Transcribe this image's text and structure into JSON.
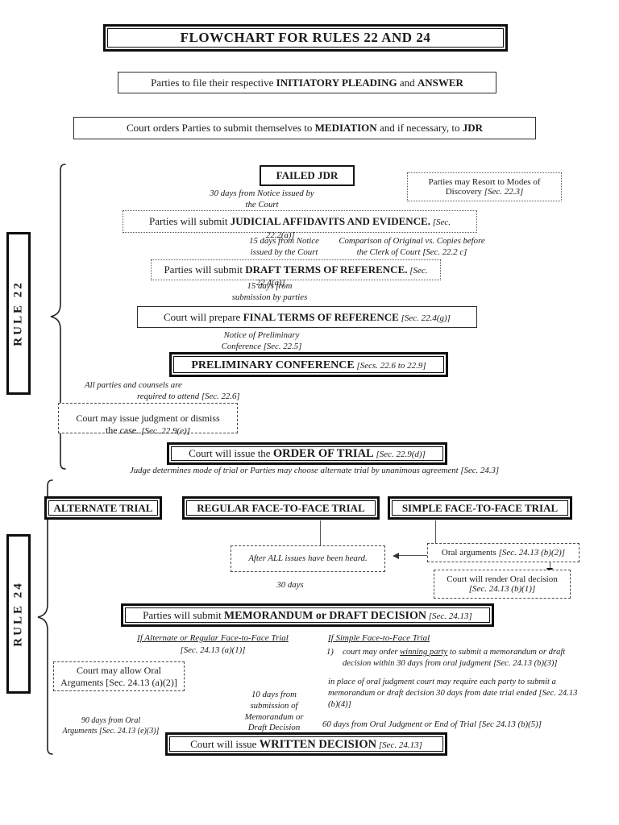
{
  "ink": "#111111",
  "header": {
    "title": "FLOWCHART FOR RULES 22 AND 24",
    "initiatory": {
      "pre": "Parties to file their respective ",
      "bold1": "INITIATORY PLEADING",
      "mid": " and ",
      "bold2": "ANSWER"
    },
    "mediation": {
      "pre": "Court orders Parties to submit themselves to ",
      "bold1": "MEDIATION",
      "mid": " and if necessary, to ",
      "bold2": "JDR"
    }
  },
  "rule22": {
    "label": "RULE 22",
    "failed_jdr": "FAILED JDR",
    "note_30days": "30 days from Notice issued by\nthe Court",
    "discovery": {
      "text": "Parties may Resort to Modes of Discovery ",
      "ref": "[Sec. 22.3]"
    },
    "judicial": {
      "pre": "Parties will submit ",
      "bold": "JUDICIAL AFFIDAVITS AND EVIDENCE.",
      "ref": " [Sec.",
      "ref_wrap": "22.2(a)]"
    },
    "note_15days_notice": "15 days from Notice\nissued by the Court",
    "note_comparison": "Comparison of Original vs. Copies before\nthe Clerk of Court [Sec. 22.2 c]",
    "draft_terms": {
      "pre": "Parties will submit ",
      "bold": "DRAFT TERMS OF REFERENCE.",
      "ref": " [Sec.",
      "ref_wrap": "22.4(a)]"
    },
    "note_15days_submission": "15 days from\nsubmission by parties",
    "final_terms": {
      "pre": "Court will prepare ",
      "bold": "FINAL TERMS OF REFERENCE",
      "ref": " [Sec. 22.4(g)]"
    },
    "note_preliminary": "Notice of Preliminary\nConference [Sec. 22.5]",
    "preliminary_conference": {
      "bold": "PRELIMINARY CONFERENCE",
      "ref": " [Secs. 22.6 to 22.9]"
    },
    "note_all_parties_line1": "All parties and counsels are",
    "note_all_parties_line2": "required to attend [Sec. 22.6]",
    "judgment_dismiss": {
      "text": "Court may issue judgment or dismiss\nthe case. ",
      "ref": "[Sec. 22.9(e)]"
    },
    "order_of_trial": {
      "pre": "Court will issue the ",
      "bold": "ORDER OF TRIAL",
      "ref": " [Sec. 22.9(d)]"
    },
    "note_judge": "Judge determines mode of trial or Parties may choose alternate trial by unanimous agreement [Sec. 24.3]"
  },
  "rule24": {
    "label": "RULE 24",
    "alternate_trial": "ALTERNATE TRIAL",
    "regular_trial": "REGULAR FACE-TO-FACE TRIAL",
    "simple_trial": "SIMPLE FACE-TO-FACE TRIAL",
    "after_all_issues": "After ALL issues have been heard.",
    "oral_arguments": {
      "text": "Oral arguments ",
      "ref": "[Sec. 24.13 (b)(2)]"
    },
    "oral_decision": {
      "text": "Court will render Oral decision ",
      "ref": "[Sec. 24.13 (b)(1)]"
    },
    "note_30days": "30 days",
    "memorandum": {
      "pre": "Parties will submit ",
      "bold": "MEMORANDUM or DRAFT DECISION",
      "ref": " [Sec. 24.13]"
    },
    "left_heading": "If Alternate or Regular Face-to-Face Trial",
    "left_ref": "[Sec. 24.13 (a)(1)]",
    "right_heading": "If Simple Face-to-Face Trial",
    "item1": {
      "num": "1)",
      "pre": "court may order ",
      "underline": "winning party",
      "post": " to submit a memorandum or draft decision within 30 days from oral judgment [Sec. 24.13 (b)(3)]"
    },
    "item2": "in place of oral judgment court may require each party to submit a memorandum or draft decision 30 days from date trial ended [Sec. 24.13 (b)(4)]",
    "oral_args_allow": "Court may allow Oral\nArguments [Sec. 24.13 (a)(2)]",
    "note_10days": "10 days from\nsubmission of\nMemorandum or\nDraft Decision",
    "note_90days": "90 days from Oral\nArguments [Sec. 24.13 (e)(3)]",
    "note_60days": "60 days from Oral Judgment or End of Trial [Sec 24.13 (b)(5)]",
    "written_decision": {
      "pre": "Court will issue ",
      "bold": "WRITTEN DECISION",
      "ref": " [Sec. 24.13]"
    }
  }
}
